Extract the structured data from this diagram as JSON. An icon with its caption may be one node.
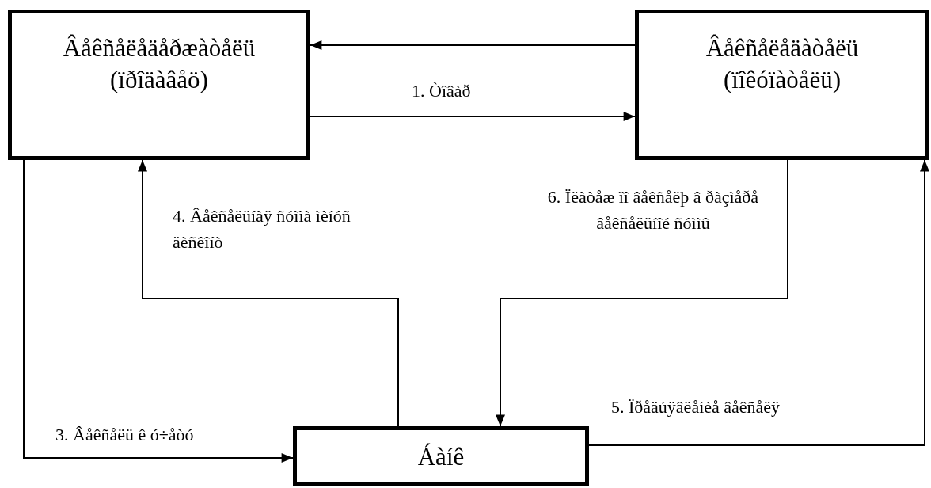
{
  "diagram": {
    "nodes": [
      {
        "text": [
          "Âåêñåëåäåðæàòåëü (ïðîäàâåö)"
        ]
      },
      {
        "text": [
          "Âåêñåëåäàòåëü (ïîêóïàòåëü)"
        ]
      },
      {
        "text": [
          "Áàíê"
        ]
      }
    ],
    "edges": [
      {
        "from": 1,
        "to": 0,
        "arrow": "to"
      },
      {
        "from": 0,
        "to": 1,
        "arrow": "to",
        "label": "1. Òîâàð"
      },
      {
        "from": 0,
        "to": 2,
        "arrow": "to",
        "label": "3. Âåêñåëü ê ó÷åòó"
      },
      {
        "from": 2,
        "to": 0,
        "arrow": "to",
        "label": "4. Âåêñåëüíàÿ ñóììà ìèíóñ äèñêîíò"
      },
      {
        "from": 2,
        "to": 1,
        "arrow": "to",
        "label": "5. Ïðåäúÿâëåíèå âåêñåëÿ"
      },
      {
        "from": 1,
        "to": 2,
        "arrow": "to",
        "label": "6. Ïëàòåæ ïî âåêñåëþ â ðàçìåðå âåêñåëüíîé ñóììû"
      }
    ]
  }
}
